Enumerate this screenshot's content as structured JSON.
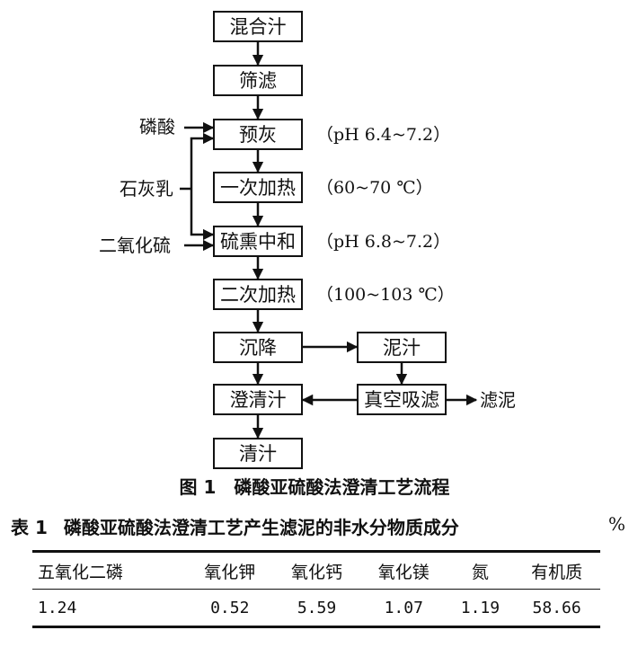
{
  "flow": {
    "boxes": {
      "mixed_juice": "混合汁",
      "screening": "筛滤",
      "pre_liming": "预灰",
      "first_heating": "一次加热",
      "sulfitation": "硫熏中和",
      "second_heating": "二次加热",
      "settling": "沉降",
      "mud_juice": "泥汁",
      "vacuum_filter": "真空吸滤",
      "clarified_juice": "澄清汁",
      "clear_juice": "清汁"
    },
    "inputs": {
      "phosphoric_acid": "磷酸",
      "lime_milk": "石灰乳",
      "sulfur_dioxide": "二氧化硫"
    },
    "outputs": {
      "filter_mud": "滤泥"
    },
    "conditions": {
      "pre_liming": "（pH 6.4~7.2）",
      "first_heating": "（60~70 ℃）",
      "sulfitation": "（pH 6.8~7.2）",
      "second_heating": "（100~103 ℃）"
    },
    "caption": "图 1　磷酸亚硫酸法澄清工艺流程"
  },
  "table": {
    "title_num": "表 1",
    "title": "磷酸亚硫酸法澄清工艺产生滤泥的非水分物质成分",
    "unit": "%",
    "headers": [
      "五氧化二磷",
      "氧化钾",
      "氧化钙",
      "氧化镁",
      "氮",
      "有机质"
    ],
    "row": [
      "1.24",
      "0.52",
      "5.59",
      "1.07",
      "1.19",
      "58.66"
    ]
  }
}
